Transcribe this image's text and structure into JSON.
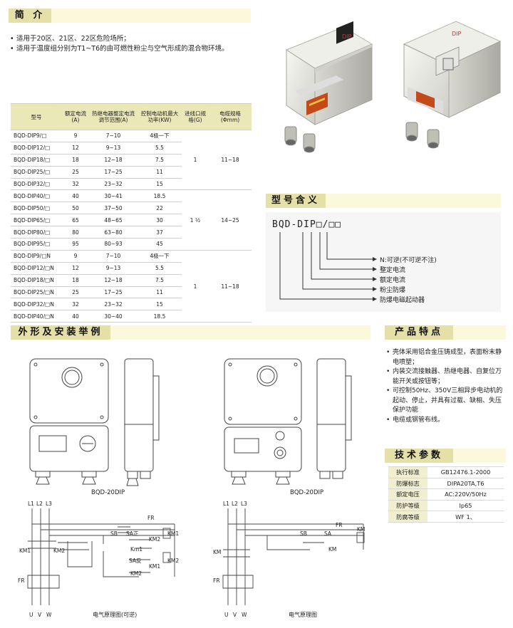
{
  "intro": {
    "title": "简 介",
    "bullets": [
      "适用于20区、21区、22区危险场所；",
      "适用于温度组分别为T1~T6的由可燃性粉尘与空气形成的混合物环境。"
    ]
  },
  "spec_table": {
    "headers": [
      "型号",
      "额定电流(A)",
      "热继电器整定电流调节范围(A)",
      "控制电动机最大功率(KW)",
      "进线口规格(G)",
      "电缆规格(Φmm)"
    ],
    "rows": [
      [
        "BQD-DIP9/□",
        "9",
        "7~10",
        "4极一下"
      ],
      [
        "BQD-DIP12/□",
        "12",
        "9~13",
        "5.5"
      ],
      [
        "BQD-DIP18/□",
        "18",
        "12~18",
        "7.5"
      ],
      [
        "BQD-DIP25/□",
        "25",
        "17~25",
        "11"
      ],
      [
        "BQD-DIP32/□",
        "32",
        "23~32",
        "15"
      ],
      [
        "BQD-DIP40/□",
        "40",
        "30~41",
        "18.5"
      ],
      [
        "BQD-DIP50/□",
        "50",
        "37~50",
        "22"
      ],
      [
        "BQD-DIP65/□",
        "65",
        "48~65",
        "30"
      ],
      [
        "BQD-DIP80/□",
        "80",
        "63~80",
        "37"
      ],
      [
        "BQD-DIP95/□",
        "95",
        "80~93",
        "45"
      ],
      [
        "BQD-DIP9/□N",
        "9",
        "7~10",
        "4极一下"
      ],
      [
        "BQD-DIP12/□N",
        "12",
        "9~13",
        "5.5"
      ],
      [
        "BQD-DIP18/□N",
        "18",
        "12~18",
        "7.5"
      ],
      [
        "BQD-DIP25/□N",
        "25",
        "17~25",
        "11"
      ],
      [
        "BQD-DIP32/□N",
        "32",
        "23~32",
        "15"
      ],
      [
        "BQD-DIP40/□N",
        "40",
        "30~40",
        "18.5"
      ]
    ],
    "groups": [
      {
        "inlet": "1",
        "cable": "11~18"
      },
      {
        "inlet": "1 ½",
        "cable": "14~25"
      },
      {
        "inlet": "1",
        "cable": "11~18"
      }
    ]
  },
  "photos": {
    "label_left": "DIP",
    "label_right": "DIP"
  },
  "model_meaning": {
    "title": "型号含义",
    "code": "BQD-DIP□/□□",
    "items": [
      "N:可逆(不可逆不注)",
      "整定电流",
      "额定电流",
      "粉尘防爆",
      "防爆电磁起动器"
    ]
  },
  "installation": {
    "title": "外形及安装举例",
    "caption_left": "BQD-20DIP",
    "caption_right": "BQD-20DIP",
    "circuit_left_caption": "电气原理图(可逆)",
    "circuit_right_caption": "电气原理图",
    "phases": [
      "L1",
      "L2",
      "L3"
    ],
    "outputs": [
      "U",
      "V",
      "W"
    ],
    "labels_left": {
      "km1": "KM1",
      "km2": "KM2",
      "fr": "FR",
      "sb": "SB",
      "sa_fwd": "SA正",
      "sa_rev": "SA反",
      "km1_coil": "KM1",
      "km2_coil": "KM2",
      "km1_c": "Km1",
      "km2_c": "KM2",
      "km2_b": "KM2",
      "km1_b": "KM1",
      "fr_top": "FR"
    },
    "labels_right": {
      "km": "KM",
      "fr": "FR",
      "sb": "SB",
      "sa": "SA",
      "km_coil": "KM",
      "km_c": "KM",
      "fr_top": "FR"
    }
  },
  "features": {
    "title": "产品特点",
    "bullets": [
      "壳体采用铝合金压铸成型，表面粉末静电喷塑；",
      "内装交流接触器、热继电器、自复位万能开关或按钮等；",
      "可控制50Hz、350V三相异步电动机的起动、停止，并具有过载、缺相、失压保护功能",
      "电缆或钢管布线。"
    ]
  },
  "tech": {
    "title": "技术参数",
    "rows": [
      [
        "执行标准",
        "GB12476.1-2000"
      ],
      [
        "防爆标志",
        "DIPA20TA,T6"
      ],
      [
        "额定电压",
        "AC:220V/50Hz"
      ],
      [
        "防护等级",
        "Ip65"
      ],
      [
        "防腐等级",
        "WF 1、"
      ]
    ]
  }
}
